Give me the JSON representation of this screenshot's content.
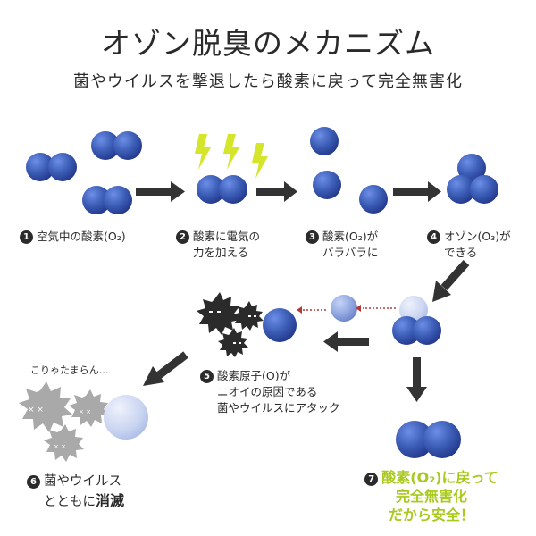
{
  "title": "オゾン脱臭のメカニズム",
  "subtitle": "菌やウイルスを撃退したら酸素に戻って完全無害化",
  "steps": {
    "s1": {
      "num": "1",
      "line1": "空気中の酸素(O₂)"
    },
    "s2": {
      "num": "2",
      "line1": "酸素に電気の",
      "line2": "力を加える"
    },
    "s3": {
      "num": "3",
      "line1": "酸素(O₂)が",
      "line2": "バラバラに"
    },
    "s4": {
      "num": "4",
      "line1": "オゾン(O₃)が",
      "line2": "できる"
    },
    "s5": {
      "num": "5",
      "line1": "酸素原子(O)が",
      "line2": "ニオイの原因である",
      "line3": "菌やウイルスにアタック"
    },
    "s6": {
      "num": "6",
      "line1": "菌やウイルス",
      "line2a": "とともに",
      "line2b": "消滅"
    },
    "s7": {
      "num": "7",
      "line1": "酸素(O₂)に戻って",
      "line2": "完全無害化",
      "line3": "だから安全！"
    }
  },
  "exclaim": "こりゃたまらん…",
  "colors": {
    "molecule": "#3b5cb5",
    "molecule_light": "#8fa6e0",
    "faded": "#c8d3f0",
    "bolt": "#d4e52a",
    "germ_dark": "#2b2b2b",
    "germ_grey": "#a9a9a9",
    "accent_green": "#a8c91e"
  },
  "icons": [
    "lightning-bolt-icon",
    "germ-icon",
    "arrow-icon",
    "molecule-icon"
  ]
}
